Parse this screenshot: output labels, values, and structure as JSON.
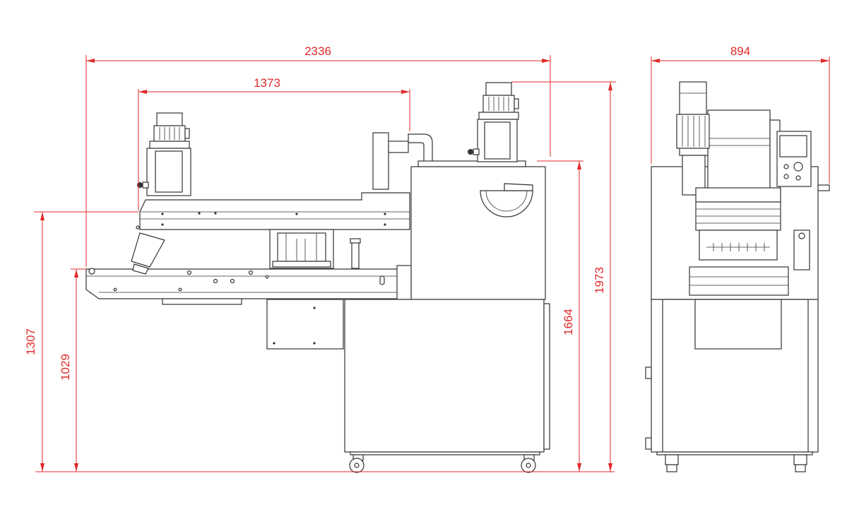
{
  "diagram": {
    "dimensions": {
      "overall_length": "2336",
      "conveyor_length": "1373",
      "overall_width": "894",
      "overall_height": "1973",
      "cabinet_height": "1664",
      "infeed_height": "1307",
      "conveyor_height": "1029"
    },
    "colors": {
      "dimension": "#e02a2a",
      "outline": "#333333",
      "background": "#ffffff"
    }
  }
}
